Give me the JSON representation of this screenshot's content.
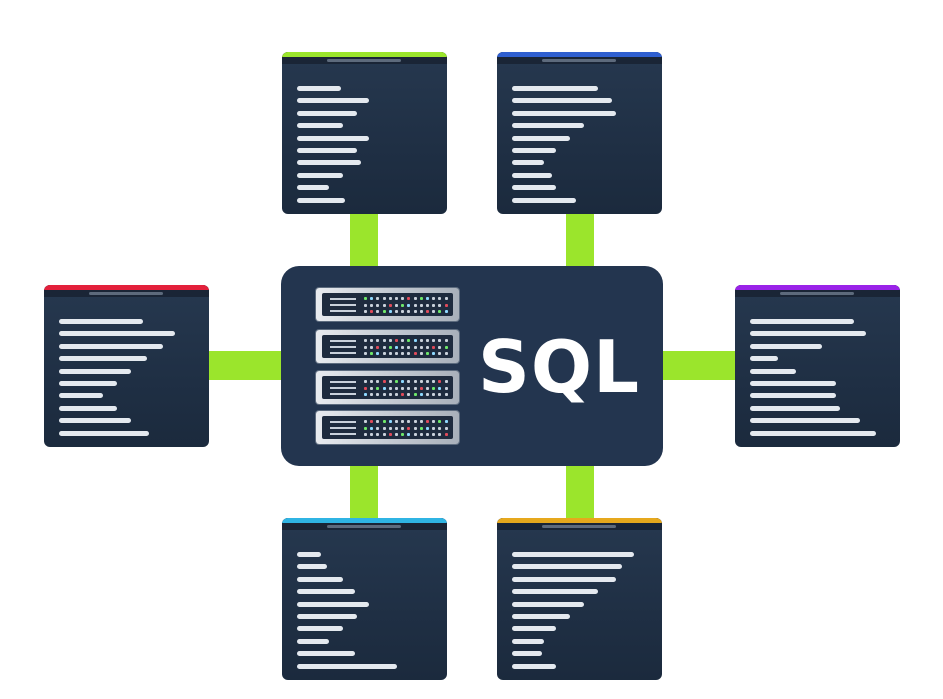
{
  "hub": {
    "label": "SQL",
    "server_units": 4
  },
  "colors": {
    "background": "#ffffff",
    "connector": "#9be52c",
    "hub_fill": "#23354f",
    "card_fill": "#23354f",
    "row_fill": "#e4e9ef",
    "label_color": "#ffffff"
  },
  "tables": [
    {
      "id": "top-left",
      "accent": "#9be52c",
      "rows": 10
    },
    {
      "id": "top-right",
      "accent": "#2f5fd0",
      "rows": 10
    },
    {
      "id": "middle-left",
      "accent": "#e3203b",
      "rows": 10
    },
    {
      "id": "middle-right",
      "accent": "#9a22e8",
      "rows": 10
    },
    {
      "id": "bottom-left",
      "accent": "#2fb4e3",
      "rows": 10
    },
    {
      "id": "bottom-right",
      "accent": "#e6a81d",
      "rows": 10
    }
  ]
}
